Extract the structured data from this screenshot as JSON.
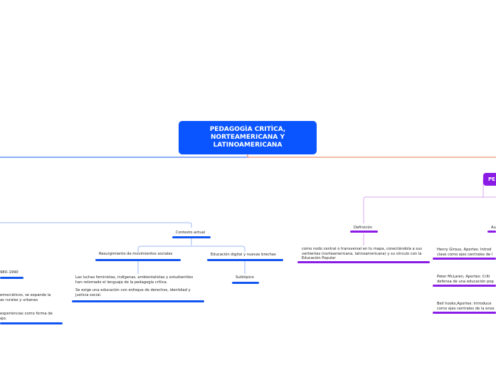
{
  "central": {
    "line1": "PEDAGOGÌA CRITÌCA,",
    "line2": "NORTEAMERICANA Y",
    "line3": "LATINOAMERICANA"
  },
  "right_main": {
    "label": "PE"
  },
  "left_branch": {
    "contexto_actual": "Contexto actual",
    "resurgimiento": "Resurgimiento de movimientos sociales",
    "educacion_digital": "Educación digital y nuevas brechas",
    "subtopico": "Subtópico",
    "luchas_line1": "Las luchas feministas, indígenas, ambientalistas y estudiantiles",
    "luchas_line2": "han retomado el lenguaje de la pedagogía crítica.",
    "exige_line1": "Se exige una educación con enfoque de derechos, identidad y",
    "exige_line2": "justicia social.",
    "period": "980–1990",
    "democraticos_line1": "emocráticos, se expande la",
    "democraticos_line2": "as rurales y urbanas",
    "experiencias_line1": "experiencias como forma de",
    "experiencias_line2": "ajo."
  },
  "right_branch": {
    "definicion": "Definición",
    "au": "Au",
    "def_line1": "como nodo central o transversal en tu mapa, conectándola a sus",
    "def_line2": "vertientes (norteamericana, latinoamericana) y su vínculo con la",
    "def_line3": "Educación Popular",
    "giroux_line1": "Henry Giroux, Aportes: Introd",
    "giroux_line2": "clase como ejes centrales de l",
    "mclaren_line1": "Peter McLaren, Aportes: Críti",
    "mclaren_line2": "defensa de una educación pop",
    "hooks_line1": "Bell hooks,Aportes: Introduce",
    "hooks_line2": "como ejes centrales de la ense"
  },
  "colors": {
    "blue": "#0a55ff",
    "purple": "#8a1ce6",
    "orange_connector": "#e07850",
    "light_blue_connector": "#9db8f5",
    "light_purple_connector": "#d8a8f0"
  }
}
